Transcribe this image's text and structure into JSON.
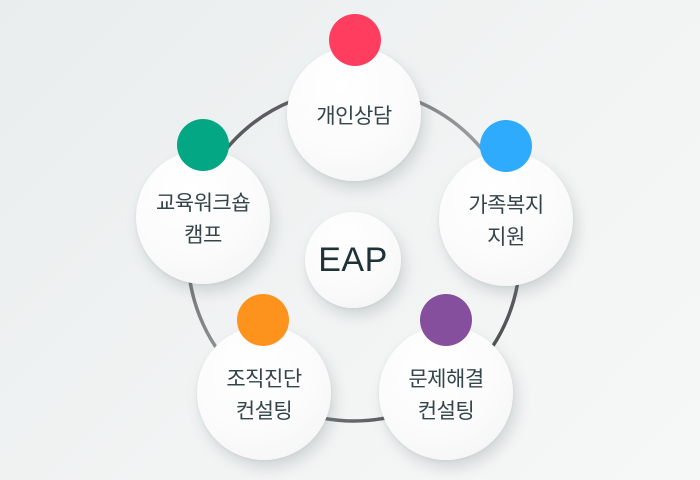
{
  "diagram": {
    "type": "cycle",
    "center": {
      "label": "EAP"
    },
    "nodes": [
      {
        "id": "counseling",
        "label": "개인상담",
        "dot_color": "#fe3d5f"
      },
      {
        "id": "family",
        "label": "가족복지\n지원",
        "dot_color": "#2eabfd"
      },
      {
        "id": "problem",
        "label": "문제해결\n컨설팅",
        "dot_color": "#864f9d"
      },
      {
        "id": "organization",
        "label": "조직진단\n컨설팅",
        "dot_color": "#fd931d"
      },
      {
        "id": "education",
        "label": "교육워크숍\n캠프",
        "dot_color": "#04a783"
      }
    ],
    "colors": {
      "background": "#eef1f1",
      "ring": "#6b6e70",
      "node_fill": "#ffffff",
      "text": "#34454a"
    }
  }
}
